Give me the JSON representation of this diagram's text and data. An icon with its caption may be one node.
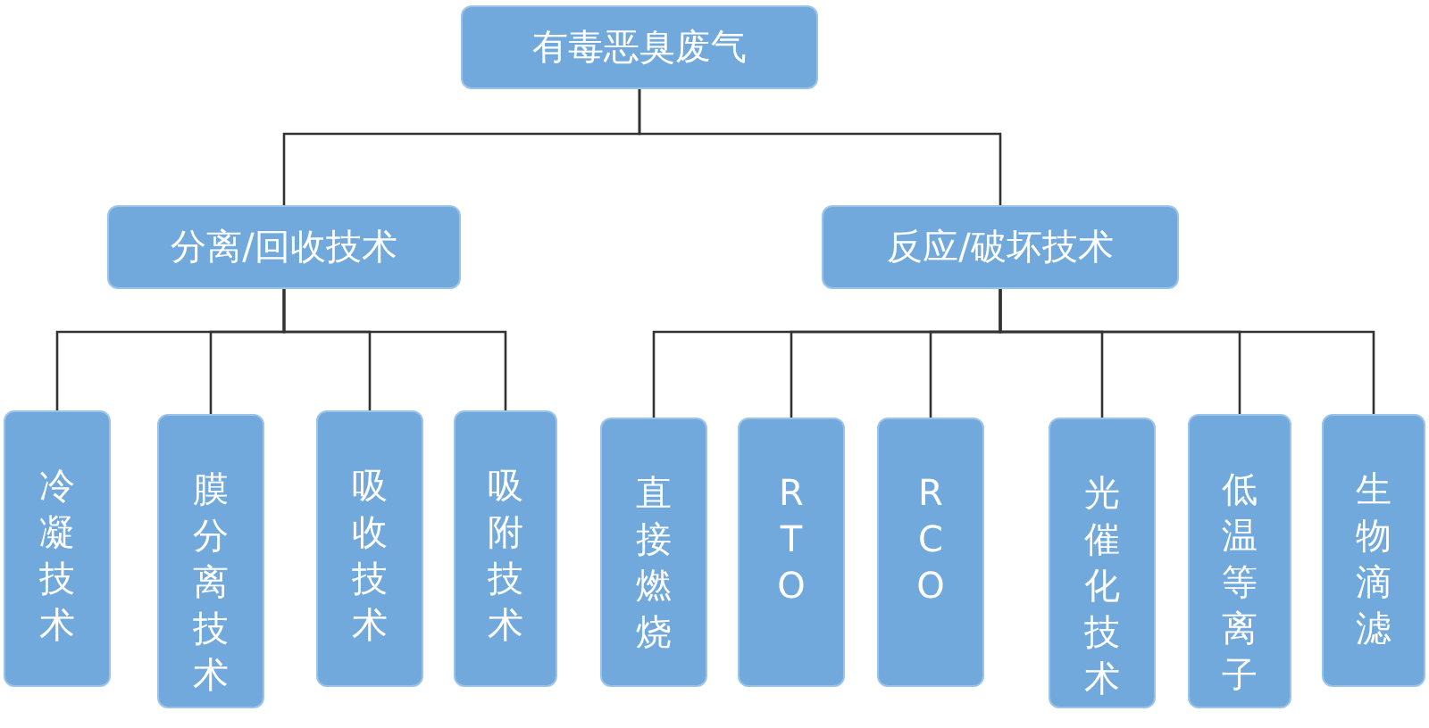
{
  "diagram": {
    "nodes": [
      {
        "text": [
          "有毒恶臭废气"
        ]
      },
      {
        "text": [
          "分离/回收技术"
        ]
      },
      {
        "text": [
          "反应/破坏技术"
        ]
      },
      {
        "text": [
          "冷凝技术"
        ]
      },
      {
        "text": [
          "膜分离技术"
        ]
      },
      {
        "text": [
          "吸收技术"
        ]
      },
      {
        "text": [
          "吸附技术"
        ]
      },
      {
        "text": [
          "直接燃烧"
        ]
      },
      {
        "text": [
          "RTO"
        ]
      },
      {
        "text": [
          "RCO"
        ]
      },
      {
        "text": [
          "光催化技术"
        ]
      },
      {
        "text": [
          "低温等离子"
        ]
      },
      {
        "text": [
          "生物滴滤"
        ]
      }
    ],
    "edges": [
      {
        "from": 0,
        "to": 1,
        "arrow": "none"
      },
      {
        "from": 0,
        "to": 2,
        "arrow": "none"
      },
      {
        "from": 1,
        "to": 3,
        "arrow": "none"
      },
      {
        "from": 1,
        "to": 4,
        "arrow": "none"
      },
      {
        "from": 1,
        "to": 5,
        "arrow": "none"
      },
      {
        "from": 1,
        "to": 6,
        "arrow": "none"
      },
      {
        "from": 2,
        "to": 7,
        "arrow": "none"
      },
      {
        "from": 2,
        "to": 8,
        "arrow": "none"
      },
      {
        "from": 2,
        "to": 9,
        "arrow": "none"
      },
      {
        "from": 2,
        "to": 10,
        "arrow": "none"
      },
      {
        "from": 2,
        "to": 11,
        "arrow": "none"
      },
      {
        "from": 2,
        "to": 12,
        "arrow": "none"
      }
    ]
  }
}
